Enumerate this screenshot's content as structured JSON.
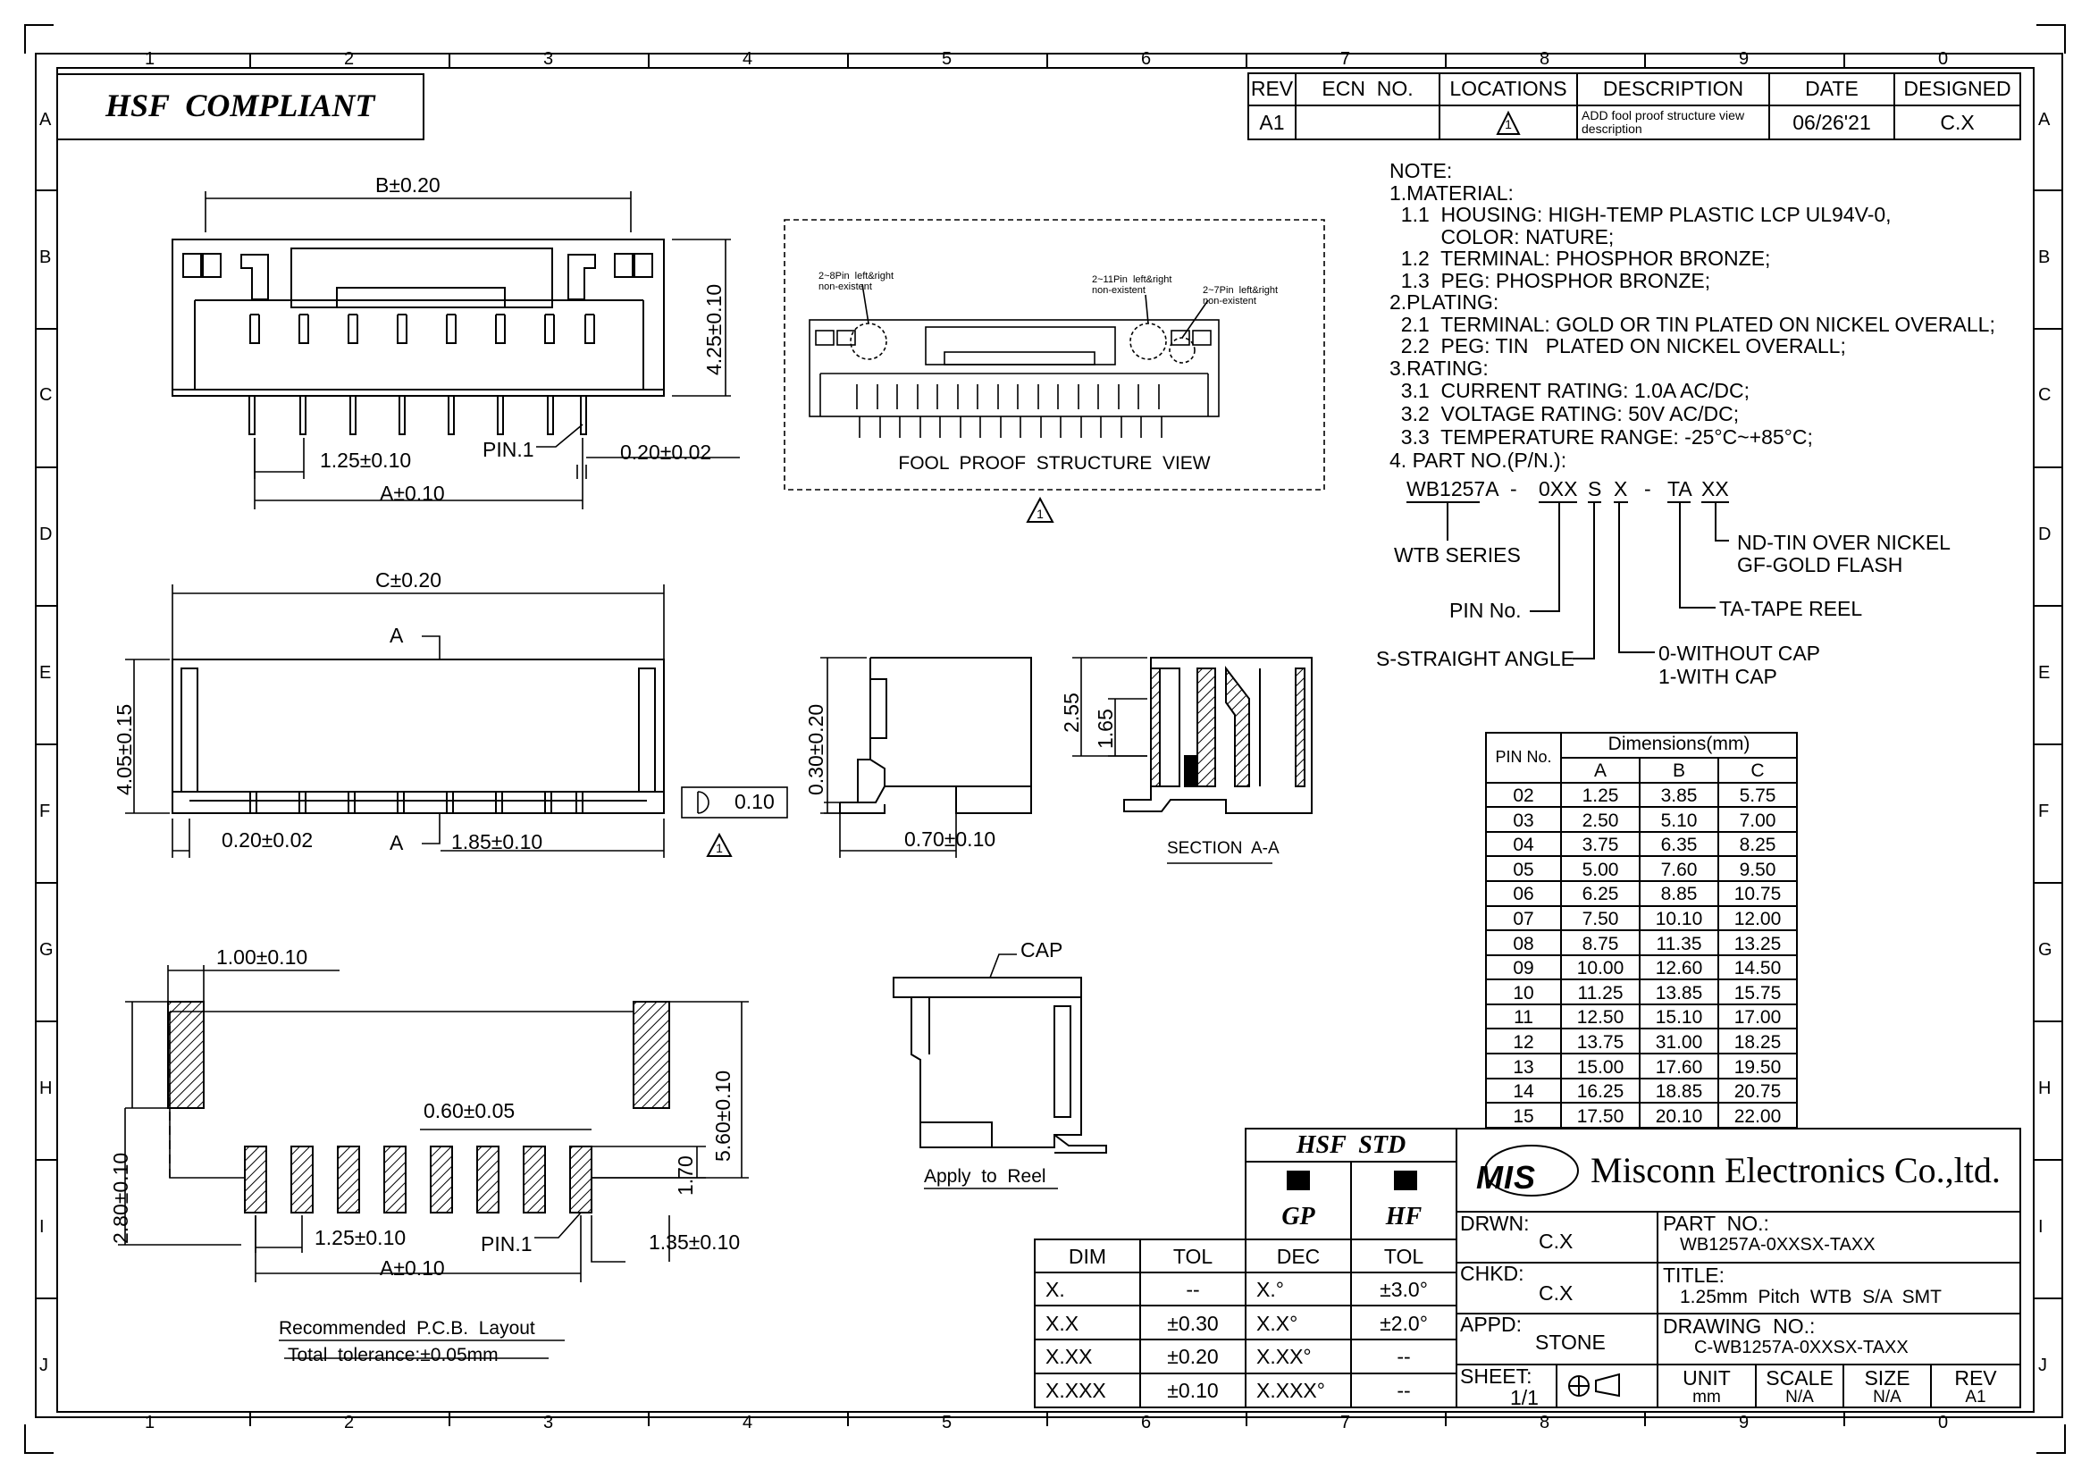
{
  "frame": {
    "cols": [
      "1",
      "2",
      "3",
      "4",
      "5",
      "6",
      "7",
      "8",
      "9",
      "0"
    ],
    "rows": [
      "A",
      "B",
      "C",
      "D",
      "E",
      "F",
      "G",
      "H",
      "I",
      "J"
    ]
  },
  "compliance": "HSF  COMPLIANT",
  "revision_table": {
    "headers": [
      "REV",
      "ECN  NO.",
      "LOCATIONS",
      "DESCRIPTION",
      "DATE",
      "DESIGNED"
    ],
    "row": {
      "rev": "A1",
      "ecn": "",
      "location": "1",
      "description": "ADD fool proof structure view description",
      "date": "06/26'21",
      "designed": "C.X"
    }
  },
  "notes": [
    "NOTE:",
    "1.MATERIAL:",
    "  1.1  HOUSING: HIGH-TEMP PLASTIC LCP UL94V-0,",
    "         COLOR: NATURE;",
    "  1.2  TERMINAL: PHOSPHOR BRONZE;",
    "  1.3  PEG: PHOSPHOR BRONZE;",
    "2.PLATING:",
    "  2.1  TERMINAL: GOLD OR TIN PLATED ON NICKEL OVERALL;",
    "  2.2  PEG: TIN   PLATED ON NICKEL OVERALL;",
    "3.RATING:",
    "  3.1  CURRENT RATING: 1.0A AC/DC;",
    "  3.2  VOLTAGE RATING: 50V AC/DC;",
    "  3.3  TEMPERATURE RANGE: -25°C~+85°C;",
    "4. PART NO.(P/N.):"
  ],
  "part_code": {
    "segments": [
      "WB1257A",
      "-",
      "0XX",
      "S",
      "X",
      "-",
      "TA",
      "XX"
    ],
    "labels": {
      "series": "WTB SERIES",
      "pin_no": "PIN No.",
      "angle": "S-STRAIGHT ANGLE",
      "cap_0": "0-WITHOUT CAP",
      "cap_1": "1-WITH CAP",
      "tape": "TA-TAPE REEL",
      "plating_nd": "ND-TIN OVER NICKEL",
      "plating_gf": "GF-GOLD FLASH"
    }
  },
  "dims_table": {
    "title": "Dimensions(mm)",
    "pin_header": "PIN No.",
    "cols": [
      "A",
      "B",
      "C"
    ],
    "rows": [
      [
        "02",
        "1.25",
        "3.85",
        "5.75"
      ],
      [
        "03",
        "2.50",
        "5.10",
        "7.00"
      ],
      [
        "04",
        "3.75",
        "6.35",
        "8.25"
      ],
      [
        "05",
        "5.00",
        "7.60",
        "9.50"
      ],
      [
        "06",
        "6.25",
        "8.85",
        "10.75"
      ],
      [
        "07",
        "7.50",
        "10.10",
        "12.00"
      ],
      [
        "08",
        "8.75",
        "11.35",
        "13.25"
      ],
      [
        "09",
        "10.00",
        "12.60",
        "14.50"
      ],
      [
        "10",
        "11.25",
        "13.85",
        "15.75"
      ],
      [
        "11",
        "12.50",
        "15.10",
        "17.00"
      ],
      [
        "12",
        "13.75",
        "31.00",
        "18.25"
      ],
      [
        "13",
        "15.00",
        "17.60",
        "19.50"
      ],
      [
        "14",
        "16.25",
        "18.85",
        "20.75"
      ],
      [
        "15",
        "17.50",
        "20.10",
        "22.00"
      ]
    ]
  },
  "top_view_dims": {
    "b": "B±0.20",
    "h": "4.25±0.10",
    "pitch": "1.25±0.10",
    "pin1": "PIN.1",
    "pin_w": "0.20±0.02",
    "a": "A±0.10"
  },
  "fool_proof": {
    "title": "FOOL  PROOF  STRUCTURE  VIEW",
    "note_left": "2~8Pin  left&right\nnon-existent",
    "note_mid": "2~11Pin  left&right\nnon-existent",
    "note_right": "2~7Pin  left&right\nnon-existent",
    "rev_mark": "1"
  },
  "front_view_dims": {
    "c": "C±0.20",
    "section": "A",
    "h": "4.05±0.15",
    "pin_w": "0.20±0.02",
    "pitch": "1.85±0.10",
    "flatness": "0.10",
    "rev_mark": "1"
  },
  "side_view_dims": {
    "h": "0.30±0.20",
    "w": "0.70±0.10"
  },
  "section_view": {
    "d1": "2.55",
    "d2": "1.65",
    "title": "SECTION  A-A"
  },
  "pcb_layout": {
    "pad_w": "1.00±0.10",
    "h": "5.60±0.10",
    "pad_h": "2.80±0.10",
    "pad_pitch_w": "0.60±0.05",
    "pad_len": "1.70",
    "pitch": "1.25±0.10",
    "pin1": "PIN.1",
    "offset": "1.35±0.10",
    "a": "A±0.10",
    "title": "Recommended  P.C.B.  Layout",
    "tolerance": "Total  tolerance:±0.05mm"
  },
  "cap_view": {
    "label": "CAP",
    "caption": "Apply  to  Reel"
  },
  "tolerance_table": {
    "headers": [
      "DIM",
      "TOL",
      "DEC",
      "TOL"
    ],
    "rows": [
      [
        "X.",
        "--",
        "X.°",
        "±3.0°"
      ],
      [
        "X.X",
        "±0.30",
        "X.X°",
        "±2.0°"
      ],
      [
        "X.XX",
        "±0.20",
        "X.XX°",
        "--"
      ],
      [
        "X.XXX",
        "±0.10",
        "X.XXX°",
        "--"
      ]
    ],
    "hsf_std": "HSF  STD",
    "gp": "GP",
    "hf": "HF"
  },
  "title_block": {
    "logo": "MIS",
    "company": "Misconn Electronics Co.,ltd.",
    "drwn_label": "DRWN:",
    "drwn": "C.X",
    "chkd_label": "CHKD:",
    "chkd": "C.X",
    "appd_label": "APPD:",
    "appd": "STONE",
    "part_label": "PART  NO.:",
    "part": "WB1257A-0XXSX-TAXX",
    "title_label": "TITLE:",
    "title": "1.25mm  Pitch  WTB  S/A  SMT",
    "dwg_label": "DRAWING  NO.:",
    "dwg": "C-WB1257A-0XXSX-TAXX",
    "sheet_label": "SHEET:",
    "sheet": "1/1",
    "unit_label": "UNIT",
    "unit": "mm",
    "scale_label": "SCALE",
    "scale": "N/A",
    "size_label": "SIZE",
    "size": "N/A",
    "rev_label": "REV",
    "rev": "A1"
  }
}
